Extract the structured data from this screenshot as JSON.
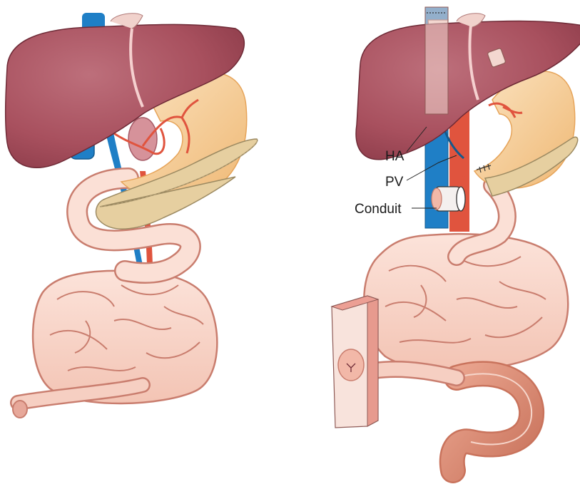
{
  "labels": {
    "ha": "HA",
    "pv": "PV",
    "conduit": "Conduit"
  },
  "colors": {
    "liver": "#a8505e",
    "liver_dark": "#8e3f4c",
    "stomach": "#f3c98f",
    "pancreas": "#e6cfa0",
    "intestine": "#f7d4c8",
    "intestine_outline": "#c97d6e",
    "vein": "#1f7fc6",
    "artery": "#e0543e",
    "colon": "#d88a74"
  },
  "panels": [
    {
      "id": "left",
      "depicts": "native-abdominal-organs"
    },
    {
      "id": "right",
      "depicts": "transplanted-organs"
    }
  ]
}
